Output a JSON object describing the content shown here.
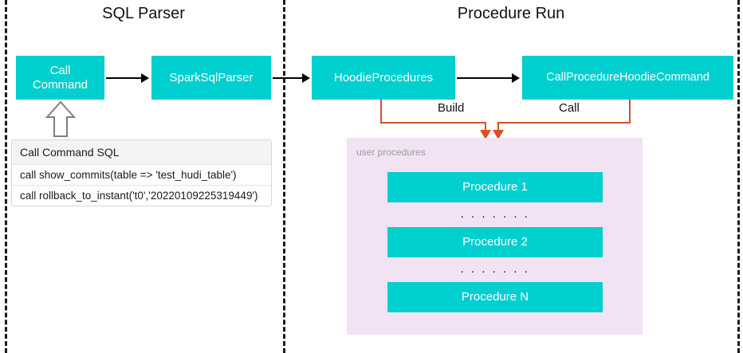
{
  "diagram": {
    "title_left": "SQL Parser",
    "title_right": "Procedure Run",
    "colors": {
      "box_fill": "#00CFCF",
      "box_text": "#FFFFFF",
      "connector_orange": "#D94E26",
      "panel_fill": "#F1E3F3",
      "divider": "#1A1A1A"
    }
  },
  "parser_section": {
    "boxes": [
      {
        "label_line1": "Call",
        "label_line2": "Command"
      },
      {
        "label": "SparkSqlParser"
      }
    ],
    "sql_table": {
      "header": "Call Command SQL",
      "rows": [
        "call show_commits(table => 'test_hudi_table')",
        "call rollback_to_instant('t0','20220109225319449')"
      ]
    }
  },
  "procedure_section": {
    "boxes": [
      {
        "label": "HoodieProcedures"
      },
      {
        "label": "CallProcedureHoodieCommand"
      }
    ],
    "connectors": [
      {
        "label": "Build"
      },
      {
        "label": "Call"
      }
    ],
    "panel": {
      "label": "user procedures",
      "items": [
        {
          "type": "box",
          "label": "Procedure 1"
        },
        {
          "type": "dots",
          "label": ". . . . . . ."
        },
        {
          "type": "box",
          "label": "Procedure 2"
        },
        {
          "type": "dots",
          "label": ". . . . . . ."
        },
        {
          "type": "box",
          "label": "Procedure N"
        }
      ]
    }
  }
}
